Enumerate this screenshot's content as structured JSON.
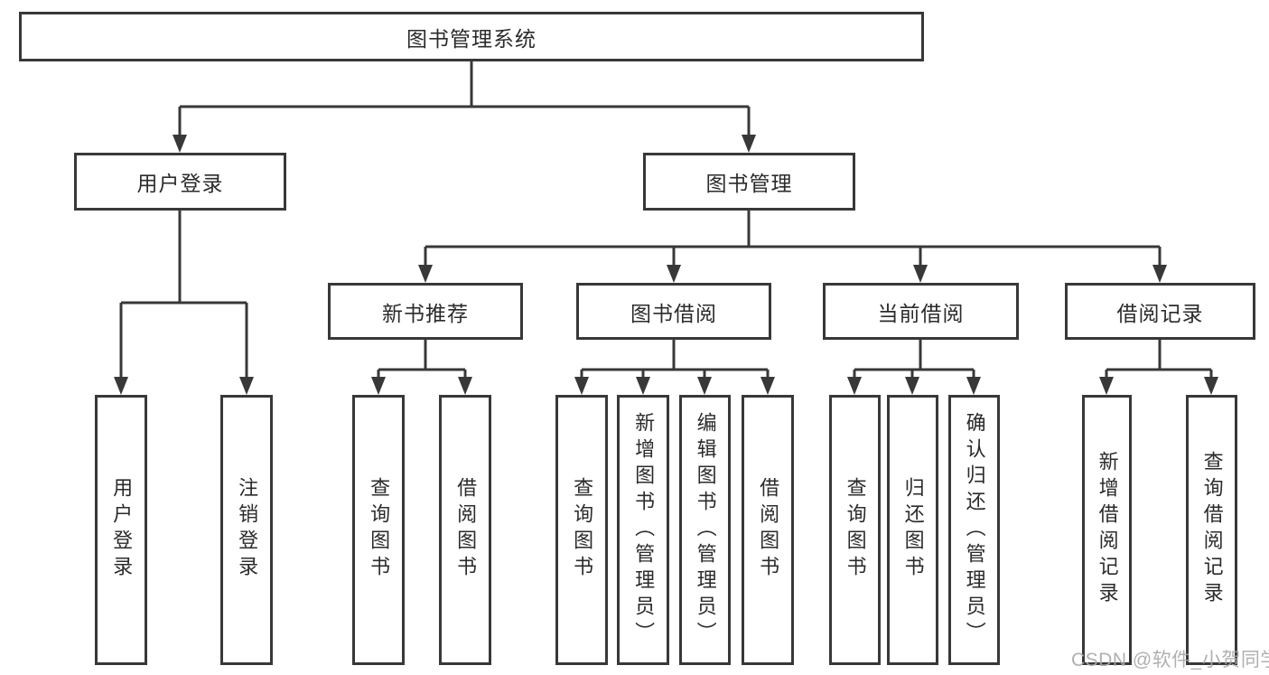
{
  "tree": {
    "label": "图书管理系统",
    "children": [
      {
        "label": "用户登录",
        "children": [
          {
            "label": "用户登录"
          },
          {
            "label": "注销登录"
          }
        ]
      },
      {
        "label": "图书管理",
        "children": [
          {
            "label": "新书推荐",
            "children": [
              {
                "label": "查询图书"
              },
              {
                "label": "借阅图书"
              }
            ]
          },
          {
            "label": "图书借阅",
            "children": [
              {
                "label": "查询图书"
              },
              {
                "label": "新增图书（管理员）"
              },
              {
                "label": "编辑图书（管理员）"
              },
              {
                "label": "借阅图书"
              }
            ]
          },
          {
            "label": "当前借阅",
            "children": [
              {
                "label": "查询图书"
              },
              {
                "label": "归还图书"
              },
              {
                "label": "确认归还（管理员）"
              }
            ]
          },
          {
            "label": "借阅记录",
            "children": [
              {
                "label": "新增借阅记录"
              },
              {
                "label": "查询借阅记录"
              }
            ]
          }
        ]
      }
    ]
  },
  "watermark": {
    "text": "CSDN @软件_小贺同学"
  },
  "colors": {
    "line": "#383838",
    "text": "#2b2b2b",
    "box_background": "#ffffff",
    "watermark": "#aaaaaa"
  }
}
